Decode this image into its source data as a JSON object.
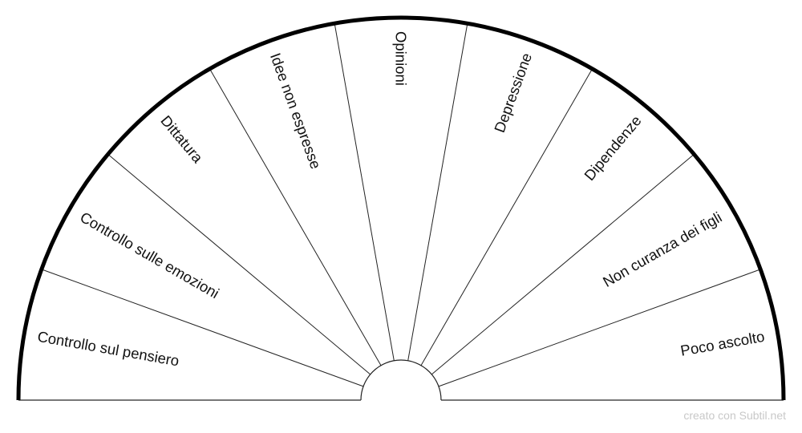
{
  "diagram": {
    "sectors": [
      "Poco ascolto",
      "Non curanza dei figli",
      "Dipendenze",
      "Depressione",
      "Opinioni",
      "Idee non espresse",
      "Dittatura",
      "Controllo sulle emozioni",
      "Controllo sul pensiero"
    ],
    "colors": {
      "outline": "#000000",
      "baseline": "#777777",
      "divider": "#222222"
    }
  },
  "watermark": "creato con Subtil.net"
}
